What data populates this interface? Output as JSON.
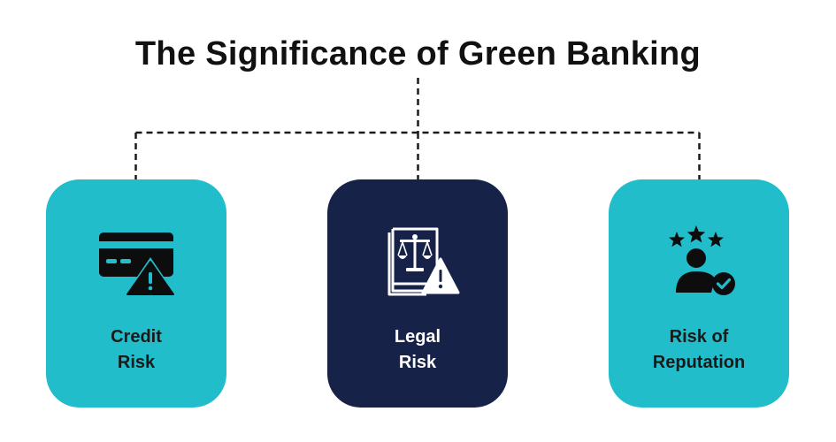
{
  "title": "The Significance of Green Banking",
  "colors": {
    "teal": "#22BDCB",
    "navy": "#172248",
    "connector": "#1a1a1a",
    "title": "#111111"
  },
  "cards": [
    {
      "icon": "credit-card-warning-icon",
      "label_lines": [
        "Credit",
        "Risk"
      ],
      "color": "#22BDCB",
      "text_color": "#1a1a1a",
      "icon_color": "#0d0d0d"
    },
    {
      "icon": "law-book-warning-icon",
      "label_lines": [
        "Legal",
        "Risk"
      ],
      "color": "#172248",
      "text_color": "#ffffff",
      "icon_color": "#ffffff"
    },
    {
      "icon": "person-stars-check-icon",
      "label_lines": [
        "Risk of",
        "Reputation"
      ],
      "color": "#22BDCB",
      "text_color": "#1a1a1a",
      "icon_color": "#0d0d0d"
    }
  ]
}
